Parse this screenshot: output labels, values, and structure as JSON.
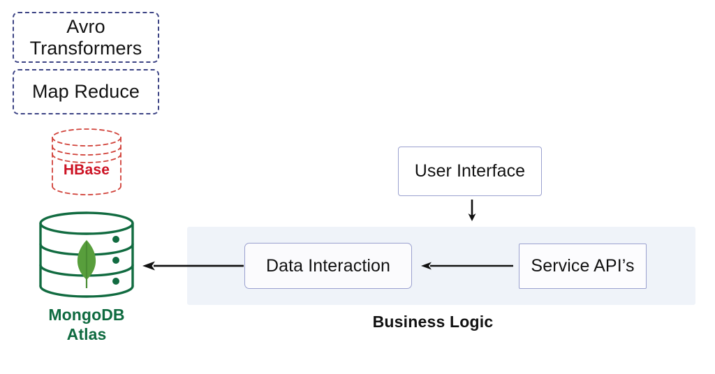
{
  "diagram": {
    "title": "MongoDB Atlas data architecture flow",
    "colors": {
      "dashed_border": "#3c4384",
      "hbase_red": "#cc1122",
      "mongo_dark_green": "#0f6b40",
      "mongo_leaf_green": "#589e3c",
      "box_border_lavender": "#9aa0cf",
      "band_background": "#eff3f9",
      "arrow_black": "#111111",
      "page_background": "#ffffff"
    }
  },
  "processing": {
    "avro_box_label": "Avro\nTransformers",
    "avro_line1": "Avro",
    "avro_line2": "Transformers",
    "mapreduce_box_label": "Map Reduce"
  },
  "datastores": {
    "hbase": {
      "label": "HBase",
      "shape": "dashed-cylinder"
    },
    "mongodb": {
      "line1": "MongoDB",
      "line2": "Atlas",
      "shape": "solid-cylinder-with-leaf"
    }
  },
  "application": {
    "user_interface_label": "User Interface",
    "band_label": "Business Logic",
    "data_interaction_label": "Data Interaction",
    "service_api_label": "Service API’s"
  },
  "arrows": [
    {
      "name": "ui-to-business-logic",
      "direction": "down",
      "from": "User Interface",
      "to": "Business Logic"
    },
    {
      "name": "service-api-to-data-interaction",
      "direction": "left",
      "from": "Service API’s",
      "to": "Data Interaction"
    },
    {
      "name": "data-interaction-to-mongodb",
      "direction": "left",
      "from": "Data Interaction",
      "to": "MongoDB Atlas"
    }
  ]
}
